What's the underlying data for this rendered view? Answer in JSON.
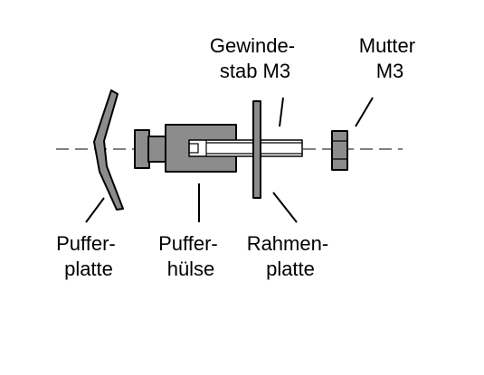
{
  "labels": {
    "gewindestab": [
      "Gewinde-",
      "stab M3"
    ],
    "mutter": [
      "Mutter",
      "M3"
    ],
    "pufferplatte": [
      "Puffer-",
      "platte"
    ],
    "pufferhuelse": [
      "Puffer-",
      "hülse"
    ],
    "rahmenplatte": [
      "Rahmen-",
      "platte"
    ]
  },
  "colors": {
    "part_fill": "#8c8c8c",
    "stroke": "#000000",
    "background": "#ffffff"
  }
}
